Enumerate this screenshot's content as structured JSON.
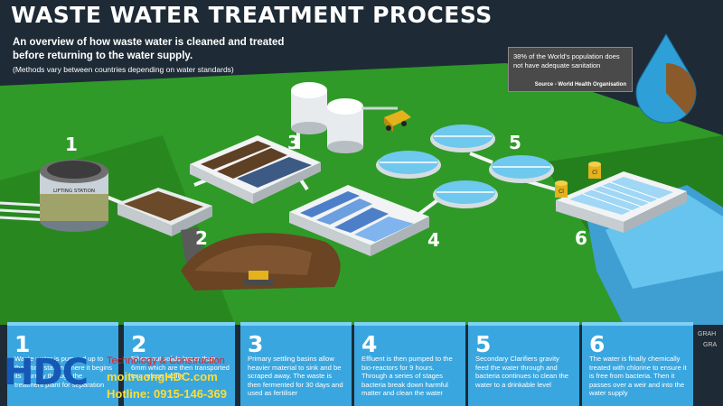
{
  "header": {
    "title": "WASTE WATER TREATMENT PROCESS",
    "subtitle": "An overview of how waste water is cleaned and treated before returning to the water supply.",
    "note": "(Methods vary between countries depending on water standards)"
  },
  "stat": {
    "text": "38% of the World's population does not have adequate sanitation",
    "source": "Source - World Health Organisation",
    "fraction_without_sanitation": 0.38
  },
  "diagram": {
    "lifting_station_label": "LIFTING STATION",
    "chlorine_label": "Cl",
    "numbers": [
      "1",
      "2",
      "3",
      "4",
      "5",
      "6"
    ]
  },
  "steps": [
    {
      "num": "1",
      "text": "Waste water is pumped up to the lifting station where it begins its journey through the treatment plant for separation"
    },
    {
      "num": "2",
      "text": "Filters out solids larger than 6mm which are then transported to a refuse facility"
    },
    {
      "num": "3",
      "text": "Primary settling basins allow heavier material to sink and be scraped away. The waste is then fermented for 30 days and used as fertiliser"
    },
    {
      "num": "4",
      "text": "Effluent is then pumped to the bio-reactors for 9 hours. Through a series of stages bacteria break down harmful matter and clean the water"
    },
    {
      "num": "5",
      "text": "Secondary Clarifiers gravity feed the water through and bacteria continues to clean the water to a drinkable level"
    },
    {
      "num": "6",
      "text": "The water is finally chemically treated with chlorine to ensure it is free from bacteria. Then it passes over a weir and into the water supply"
    }
  ],
  "credits": {
    "line1": "GRAH",
    "line2": "GRA"
  },
  "logo": {
    "brand": "HDC",
    "line1": "Technology & Construction",
    "line2": "moitruongHDC.com",
    "line3": "Hotline: 0915-146-369"
  },
  "colors": {
    "grass": "#33a12b",
    "grass_dark": "#1f7a1c",
    "step_panel": "#3aa6df",
    "water": "#58c2ee",
    "drop_blue": "#2f9fd8",
    "drop_brown": "#8a5a2b"
  }
}
